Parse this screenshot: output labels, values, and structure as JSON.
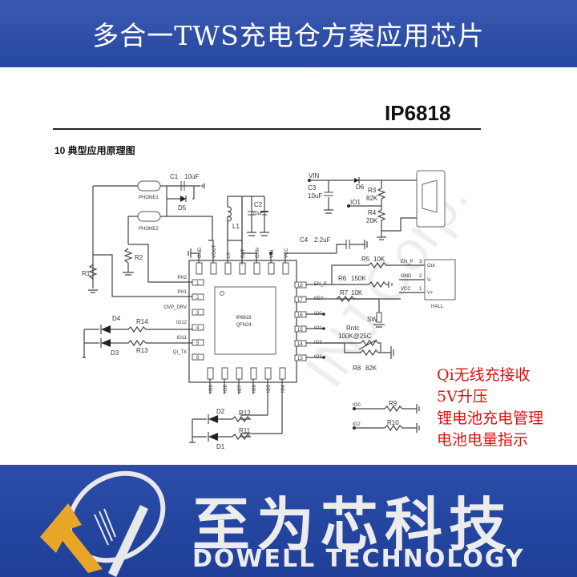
{
  "banner": {
    "title": "多合一TWS充电仓方案应用芯片"
  },
  "doc": {
    "part_number": "IP6818",
    "section_title": "10  典型应用原理图",
    "watermark": "INJ Corp."
  },
  "schematic": {
    "ic": {
      "name": "IP6818",
      "package": "QFN24"
    },
    "top_pins": [
      "GND",
      "VOUT",
      "LX",
      "BAT",
      "CHN",
      "VIN",
      "VCC"
    ],
    "left_pins": [
      {
        "num": "1",
        "name": "PH2"
      },
      {
        "num": "2",
        "name": "PH1"
      },
      {
        "num": "3",
        "name": "OVP_DRV"
      },
      {
        "num": "4",
        "name": "IO12"
      },
      {
        "num": "5",
        "name": "IO11"
      },
      {
        "num": "6",
        "name": "QI_TX"
      }
    ],
    "bottom_pins": [
      {
        "num": "7",
        "name": "IO9"
      },
      {
        "num": "8",
        "name": "IO8"
      },
      {
        "num": "9",
        "name": "IO7"
      },
      {
        "num": "10",
        "name": "IO6"
      },
      {
        "num": "11",
        "name": "IO5"
      },
      {
        "num": "12",
        "name": "IO4"
      }
    ],
    "right_pins": [
      {
        "num": "18",
        "name": "EN_P"
      },
      {
        "num": "17",
        "name": "KEY"
      },
      {
        "num": "16",
        "name": "IO0"
      },
      {
        "num": "15",
        "name": "IO2"
      },
      {
        "num": "14",
        "name": "IO3"
      },
      {
        "num": "13",
        "name": "IO1"
      }
    ],
    "components": {
      "c1": "C1",
      "c1_val": "10uF",
      "c2": "C2",
      "c2_val": "10uF",
      "c3": "C3",
      "c3_val": "10uF",
      "c4": "C4",
      "c4_val": "2.2uF",
      "d1": "D1",
      "d2": "D2",
      "d3": "D3",
      "d4": "D4",
      "d5": "D5",
      "d6": "D6",
      "l1": "L1",
      "r1": "R1",
      "r2": "R2",
      "r3": "R3",
      "r3_val": "82K",
      "r4": "R4",
      "r4_val": "20K",
      "r5": "R5",
      "r5_val": "10K",
      "r6": "R6",
      "r6_val": "150K",
      "r7": "R7",
      "r7_val": "10K",
      "r8": "R8",
      "r8_val": "82K",
      "r9": "R9",
      "r10": "R10",
      "r11": "R11",
      "r12": "R12",
      "r13": "R13",
      "r14": "R14",
      "rntc": "Rntc",
      "rntc_val": "100K@25C",
      "sw": "SW",
      "phone1": "PHONE1",
      "phone2": "PHONE2",
      "vin": "VIN",
      "io1": "IO1",
      "io0": "IO0",
      "io2": "IO2",
      "hall": "HALL",
      "hall_out": "Out",
      "hall_vm": "V-",
      "hall_vp": "V+",
      "hall_en": "EN_P",
      "hall_gnd": "GND",
      "hall_vcc": "VCC",
      "hall_n1": "3",
      "hall_n2": "2",
      "hall_n3": "1"
    }
  },
  "features": [
    "Qi无线充接收",
    "5V升压",
    "锂电池充电管理",
    "电池电量指示"
  ],
  "logo": {
    "cn": "至为芯科技",
    "en": "DOWELL TECHNOLOGY",
    "accent": "#e8a628"
  }
}
